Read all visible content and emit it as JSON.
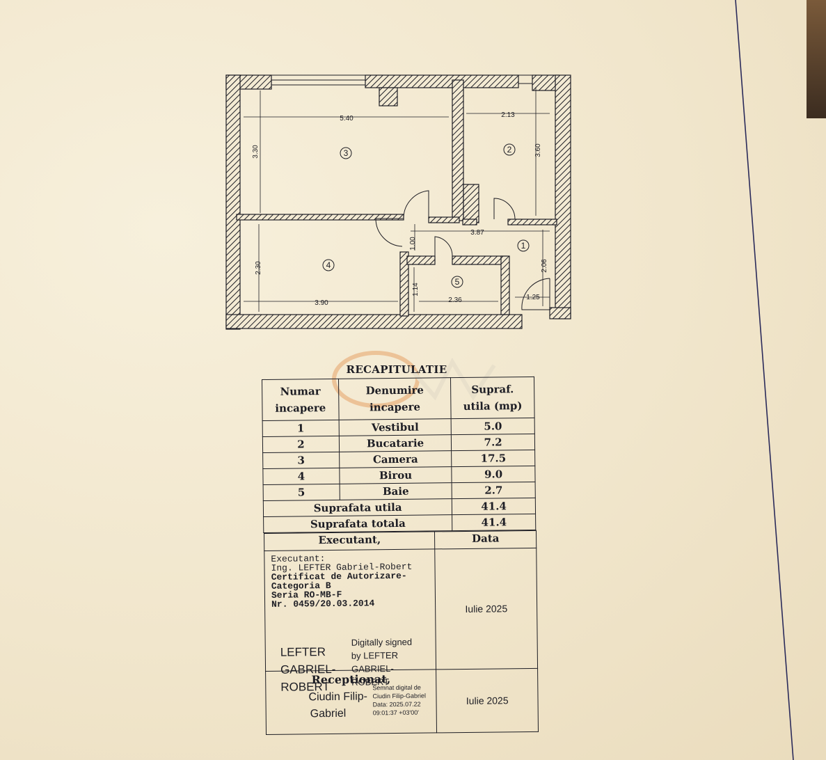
{
  "plan": {
    "dimensions": [
      "5.40",
      "3.30",
      "2.13",
      "3.60",
      "3.87",
      "1.00",
      "2.30",
      "3.90",
      "1.14",
      "2.36",
      "2.06",
      "1.25"
    ],
    "rooms": [
      "1",
      "2",
      "3",
      "4",
      "5"
    ]
  },
  "recap": {
    "title": "RECAPITULATIE",
    "headers": [
      "Numar\nincapere",
      "Denumire\nincapere",
      "Supraf.\nutila (mp)"
    ],
    "rows": [
      {
        "nr": "1",
        "name": "Vestibul",
        "area": "5.0"
      },
      {
        "nr": "2",
        "name": "Bucatarie",
        "area": "7.2"
      },
      {
        "nr": "3",
        "name": "Camera",
        "area": "17.5"
      },
      {
        "nr": "4",
        "name": "Birou",
        "area": "9.0"
      },
      {
        "nr": "5",
        "name": "Baie",
        "area": "2.7"
      }
    ],
    "useful_label": "Suprafata utila",
    "useful_value": "41.4",
    "total_label": "Suprafata totala",
    "total_value": "41.4"
  },
  "signatures": {
    "executant_header": "Executant,",
    "date_header": "Data",
    "executant_lines": [
      "Executant:",
      "Ing. LEFTER Gabriel-Robert",
      "Certificat de Autorizare-",
      "Categoria B",
      "Seria RO-MB-F",
      "Nr. 0459/20.03.2014"
    ],
    "executant_name": [
      "LEFTER",
      "GABRIEL-",
      "ROBERT"
    ],
    "executant_digital": [
      "Digitally signed",
      "by LEFTER",
      "GABRIEL-",
      "ROBERT"
    ],
    "executant_date": "Iulie 2025",
    "receptionat_header": "Receptionat,",
    "receptionat_name": [
      "Ciudin Filip-",
      "Gabriel"
    ],
    "receptionat_digital": [
      "Semnat digital de",
      "Ciudin Filip-Gabriel",
      "Data: 2025.07.22",
      "09:01:37 +03'00'"
    ],
    "receptionat_date": "Iulie 2025"
  },
  "colors": {
    "paper": "#f3ead3",
    "ink": "#1d1d24",
    "watermark": "#e07a2a"
  }
}
